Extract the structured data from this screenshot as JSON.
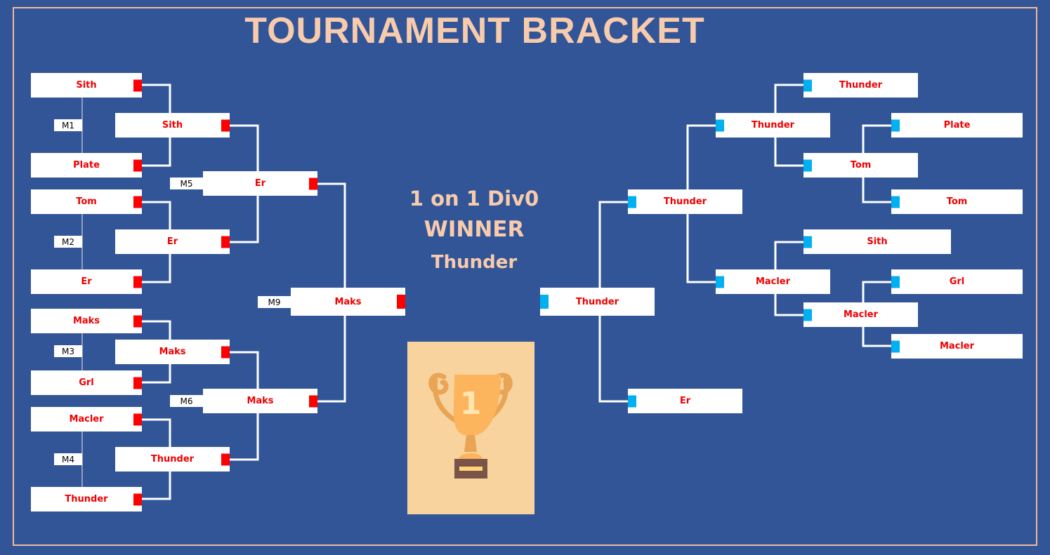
{
  "title": "TOURNAMENT BRACKET",
  "center": {
    "event": "1 on 1 Div0",
    "winner_label": "WINNER",
    "winner": "Thunder"
  },
  "colors": {
    "background": "#325597",
    "accent": "#f8cbad",
    "left_marker": "#ff0000",
    "right_marker": "#00b0f0",
    "name_text": "#f00000"
  },
  "left": {
    "round1": [
      "Sith",
      "Plate",
      "Tom",
      "Er",
      "Maks",
      "Grl",
      "Macler",
      "Thunder"
    ],
    "round2": [
      "Sith",
      "Er",
      "Maks",
      "Thunder"
    ],
    "round3": [
      "Er",
      "Maks"
    ],
    "final": "Maks",
    "match_labels": [
      "M1",
      "M2",
      "M3",
      "M4",
      "M5",
      "M6",
      "M9"
    ]
  },
  "right": {
    "round1": [
      "Thunder",
      "Plate",
      "Tom",
      "Tom",
      "Sith",
      "Grl",
      "Macler",
      "Macler"
    ],
    "round2": [
      "Thunder",
      "Macler"
    ],
    "round3": [
      "Thunder",
      "Er"
    ],
    "final": "Thunder"
  },
  "trophy": {
    "icon": "trophy-icon",
    "number": "1"
  }
}
